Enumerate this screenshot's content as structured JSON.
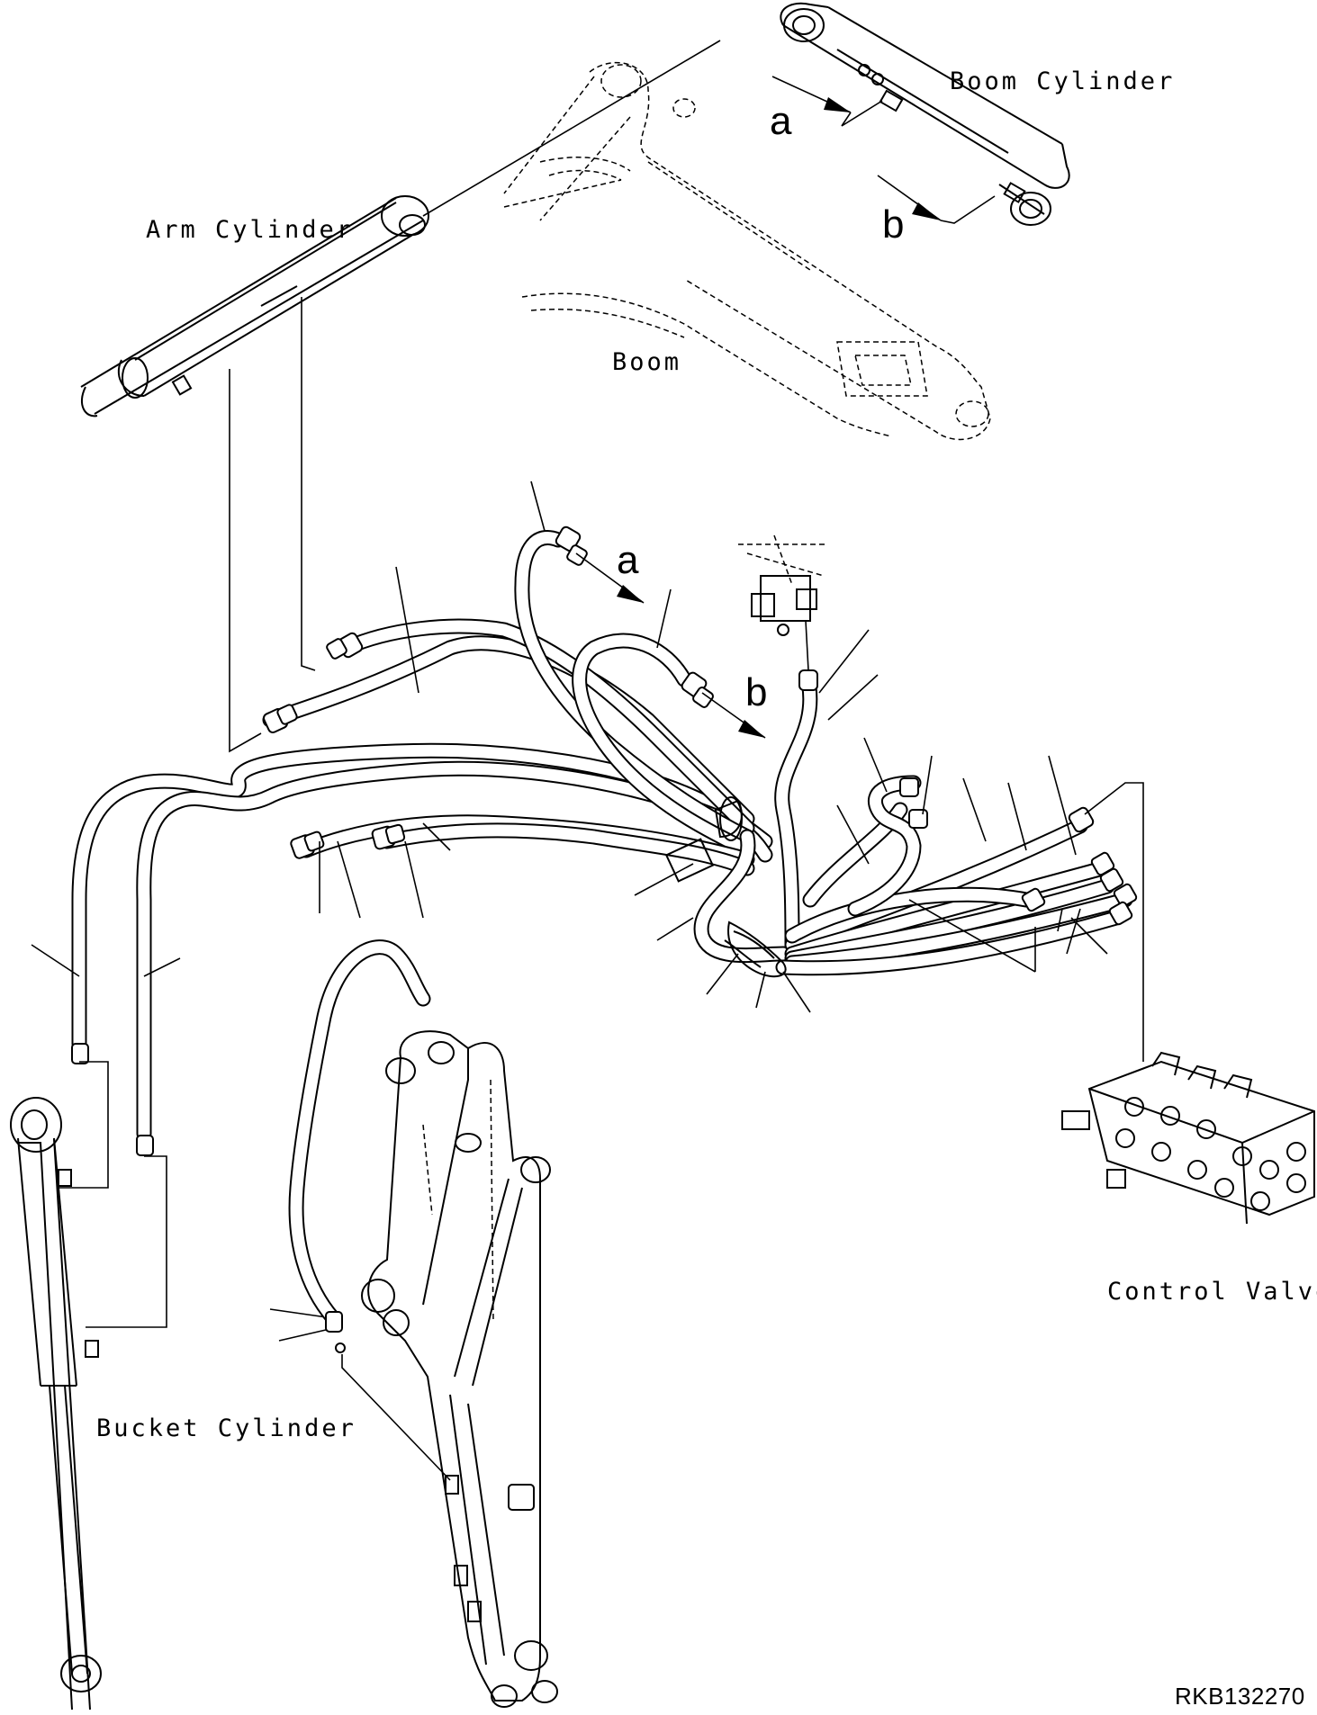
{
  "labels": {
    "boom_cylinder": "Boom Cylinder",
    "arm_cylinder": "Arm Cylinder",
    "boom": "Boom",
    "control_valve": "Control Valve",
    "bucket_cylinder": "Bucket Cylinder"
  },
  "arrow_markers": {
    "a_top": "a",
    "b_top": "b",
    "a_hose": "a",
    "b_hose": "b"
  },
  "reference_code": "RKB132270"
}
